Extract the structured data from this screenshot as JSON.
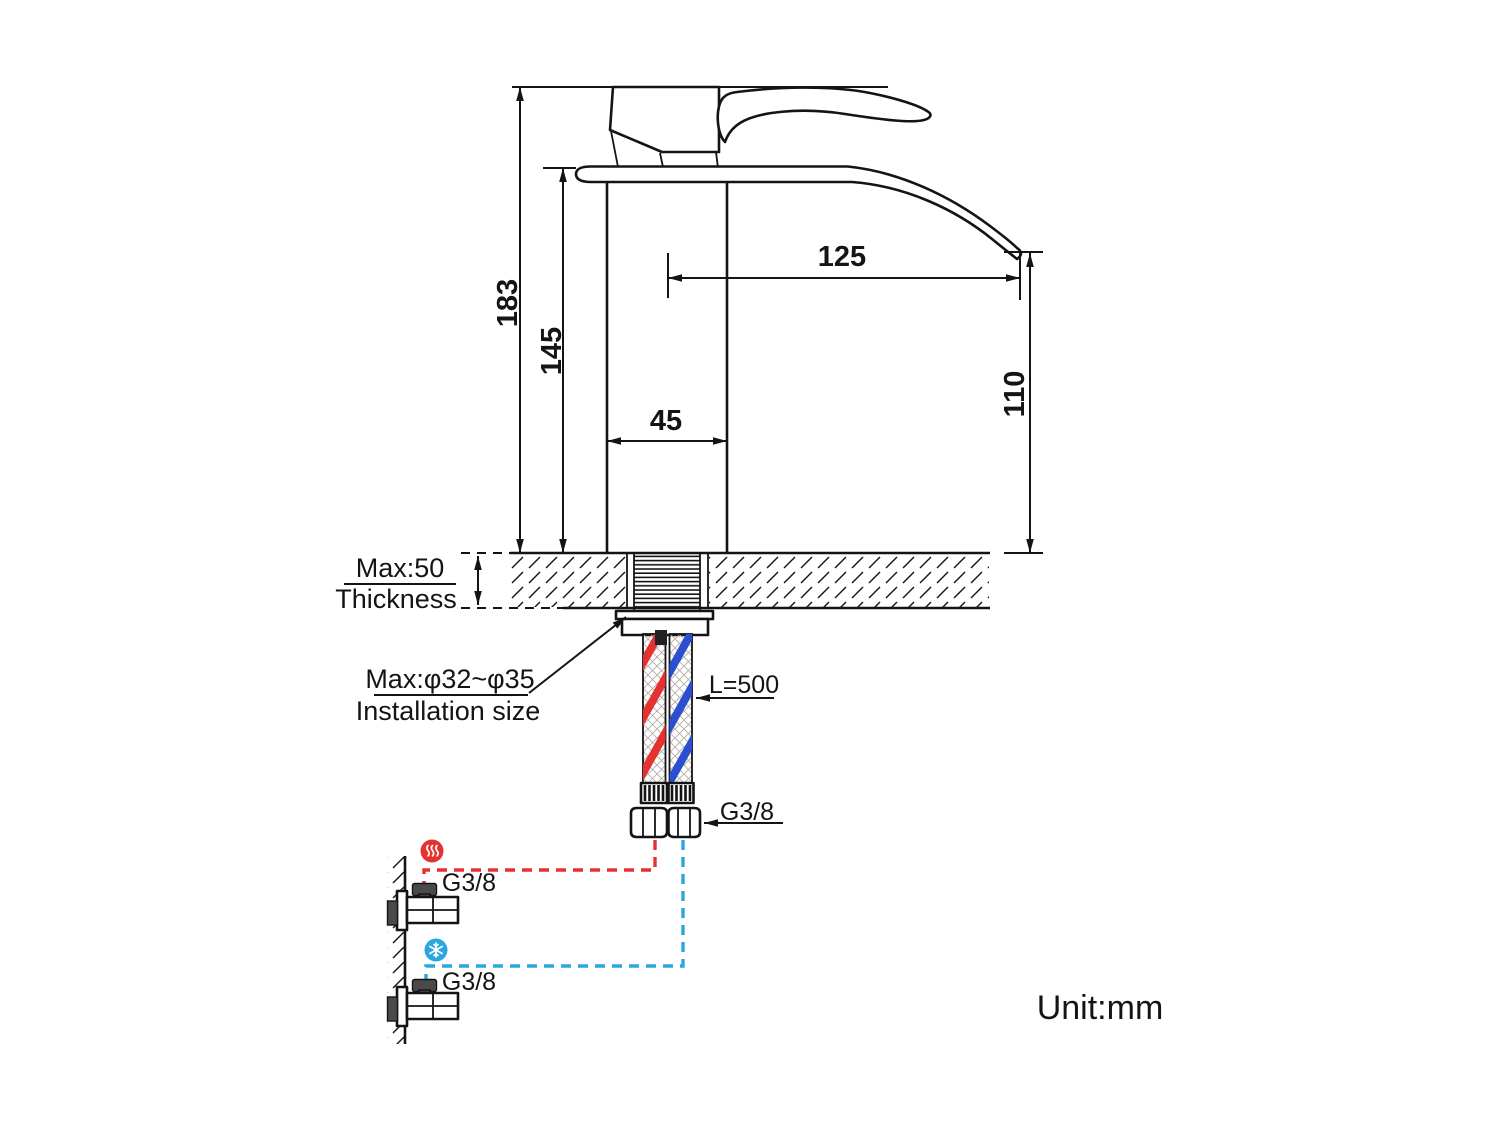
{
  "drawing": {
    "unit_note": "Unit:mm",
    "dims": {
      "total_height": "183",
      "body_height": "145",
      "spout_reach": "125",
      "spout_outlet_height": "110",
      "body_width": "45"
    },
    "countertop": {
      "max_thickness": "Max:50",
      "thickness_label": "Thickness"
    },
    "installation": {
      "size": "Max:φ32~φ35",
      "label": "Installation size"
    },
    "hose": {
      "length": "L=500",
      "thread": "G3/8"
    },
    "valves": {
      "hot_thread": "G3/8",
      "cold_thread": "G3/8"
    },
    "colors": {
      "hot": "#e53230",
      "cold": "#2ba7e0",
      "line": "#141414"
    }
  }
}
